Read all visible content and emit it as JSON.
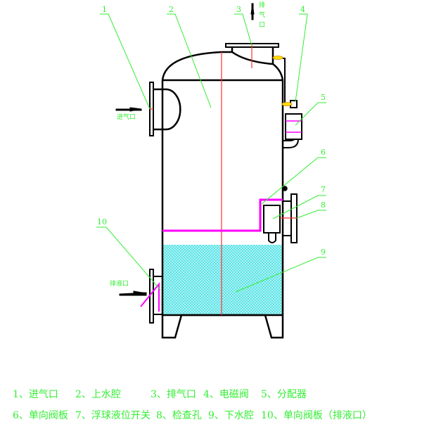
{
  "callouts": [
    "1",
    "2",
    "3",
    "4",
    "5",
    "6",
    "7",
    "8",
    "9",
    "10"
  ],
  "labels": {
    "inlet": "进气口",
    "outlet": [
      "排",
      "气",
      "口"
    ],
    "drain": "排液口"
  },
  "legend": [
    [
      "1、进气口",
      "2、上水腔",
      "3、排气口",
      "4、电磁阀",
      "5、分配器"
    ],
    [
      "6、单向阀板",
      "7、浮球液位开关",
      "8、检查孔",
      "9、下水腔",
      "10、单向阀板（排液口）"
    ]
  ],
  "colors": {
    "leader": "#33ee33",
    "outline": "#000000",
    "axis": "#ff0000",
    "pipe": "#ff00ff",
    "water": "#33dddd",
    "valve": "#ffdd00"
  }
}
